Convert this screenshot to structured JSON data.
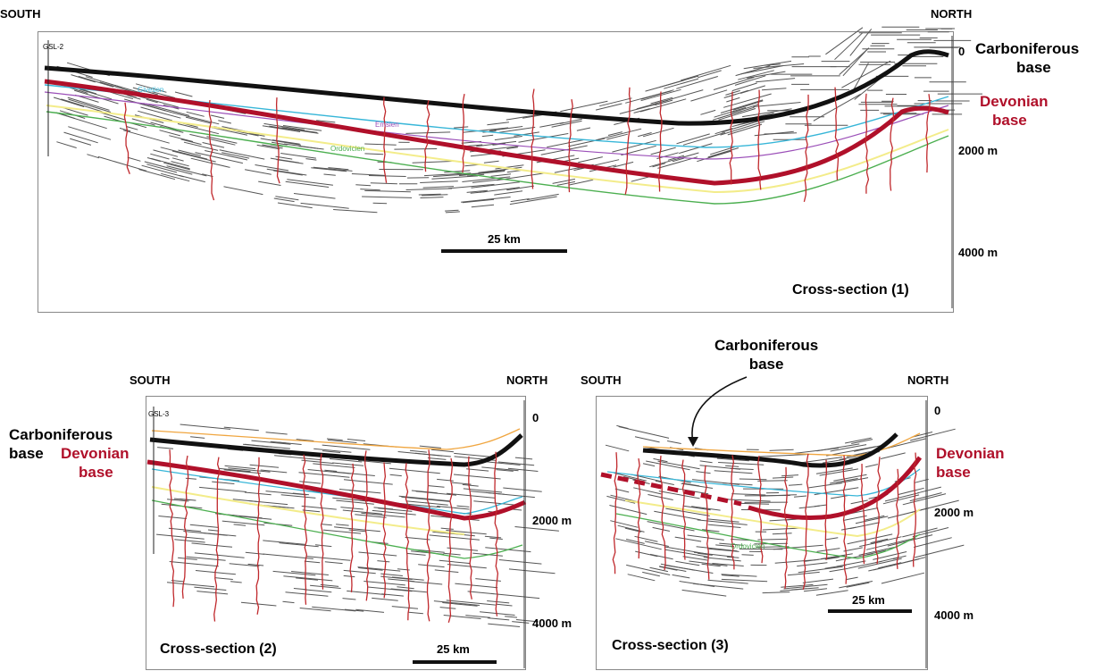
{
  "panel1": {
    "south": "SOUTH",
    "north": "NORTH",
    "well": "GSL-2",
    "depth_0": "0",
    "depth_2000": "2000 m",
    "depth_4000": "4000 m",
    "carb_label_line1": "Carboniferous",
    "carb_label_line2": "base",
    "dev_label_line1": "Devonian",
    "dev_label_line2": "base",
    "scale": "25 km",
    "caption": "Cross-section (1)",
    "horizon_givetien": "Givetien",
    "horizon_emsien": "Emsien",
    "horizon_ordovicien": "Ordovicien"
  },
  "panel2": {
    "south": "SOUTH",
    "north": "NORTH",
    "well": "GSL-3",
    "depth_0": "0",
    "depth_2000": "2000 m",
    "depth_4000": "4000 m",
    "carb_label_line1": "Carboniferous",
    "carb_label_line2": "base",
    "dev_label_line1": "Devonian",
    "dev_label_line2": "base",
    "scale": "25 km",
    "caption": "Cross-section (2)"
  },
  "panel3": {
    "south": "SOUTH",
    "north": "NORTH",
    "depth_0": "0",
    "depth_2000": "2000 m",
    "depth_4000": "4000 m",
    "carb_label_line1": "Carboniferous",
    "carb_label_line2": "base",
    "dev_label_line1": "Devonian",
    "dev_label_line2": "base",
    "scale": "25 km",
    "caption": "Cross-section (3)",
    "horizon_ordovicien": "Ordovicien"
  },
  "colors": {
    "carboniferous": "#111111",
    "devonian": "#b0102a",
    "givetien": "#37b6d8",
    "emsien": "#9b4fb8",
    "ordovicien": "#4caf50",
    "yellow_horizon": "#f3ec8a",
    "orange_horizon": "#f0a640",
    "fault": "#c0282c",
    "reflector": "#555555"
  }
}
